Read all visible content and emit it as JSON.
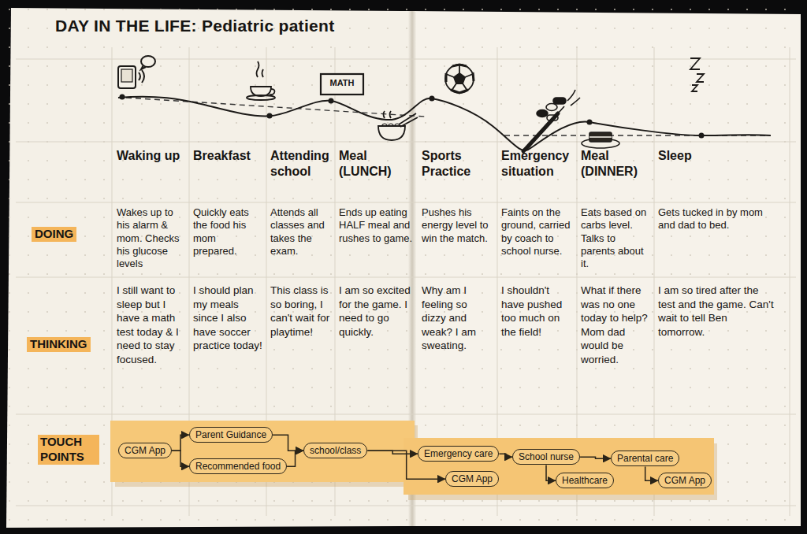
{
  "diagram": {
    "title": "DAY IN THE LIFE: Pediatric patient",
    "nodes": [
      {
        "text": [
          "CGM App"
        ]
      },
      {
        "text": [
          "Parent Guidance"
        ]
      },
      {
        "text": [
          "Recommended food"
        ]
      },
      {
        "text": [
          "school/class"
        ]
      },
      {
        "text": [
          "Emergency care"
        ]
      },
      {
        "text": [
          "CGM App"
        ]
      },
      {
        "text": [
          "School nurse"
        ]
      },
      {
        "text": [
          "Healthcare"
        ]
      },
      {
        "text": [
          "Parental care"
        ]
      },
      {
        "text": [
          "CGM App"
        ]
      }
    ],
    "edges": [
      {
        "from": 0,
        "to": 1,
        "arrow": "to"
      },
      {
        "from": 0,
        "to": 2,
        "arrow": "to"
      },
      {
        "from": 1,
        "to": 3,
        "arrow": "to"
      },
      {
        "from": 2,
        "to": 3,
        "arrow": "to"
      },
      {
        "from": 3,
        "to": 4,
        "arrow": "to"
      },
      {
        "from": 3,
        "to": 5,
        "arrow": "to"
      },
      {
        "from": 4,
        "to": 6,
        "arrow": "to"
      },
      {
        "from": 6,
        "to": 8,
        "arrow": "to"
      },
      {
        "from": 6,
        "to": 7,
        "arrow": "to"
      },
      {
        "from": 8,
        "to": 9,
        "arrow": "to"
      }
    ],
    "labels": [
      "MATH",
      "Waking up",
      "Breakfast",
      "Attending school",
      "Meal (LUNCH)",
      "Sports Practice",
      "Emergency situation",
      "Meal (DINNER)",
      "Sleep",
      "DOING",
      "THINKING",
      "TOUCH POINTS",
      "Wakes up to his alarm & mom. Checks his glucose levels",
      "Quickly eats the food his mom prepared.",
      "Attends all classes and takes the exam.",
      "Ends up eating HALF meal and rushes to game.",
      "Pushes his energy level to win the match.",
      "Faints on the ground, carried by coach to school nurse.",
      "Eats based on carbs level. Talks to parents about it.",
      "Gets tucked in by mom and dad to bed.",
      "I still want to sleep but I have a math test today & I need to stay focused.",
      "I should plan my meals since I also have soccer practice today!",
      "This class is so boring, I can't wait for playtime!",
      "I am so excited for the game. I need to go quickly.",
      "Why am I feeling so dizzy and weak? I am sweating.",
      "I shouldn't have pushed too much on the field!",
      "What if there was no one today to help? Mom dad would be worried.",
      "I am so tired after the test and the game. Can't wait to tell Ben tomorrow."
    ]
  }
}
